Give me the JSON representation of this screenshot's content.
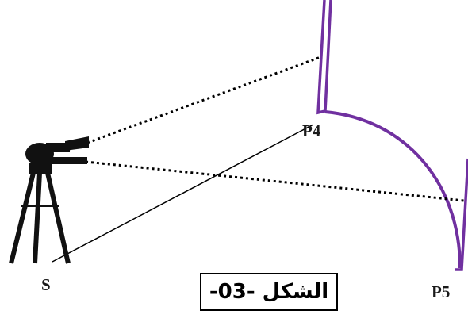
{
  "labels": {
    "station": "S",
    "point4": "P4",
    "point5": "P5"
  },
  "caption": "الشكل -03-",
  "colors": {
    "wall": "#7030a0",
    "ink": "#000000"
  }
}
